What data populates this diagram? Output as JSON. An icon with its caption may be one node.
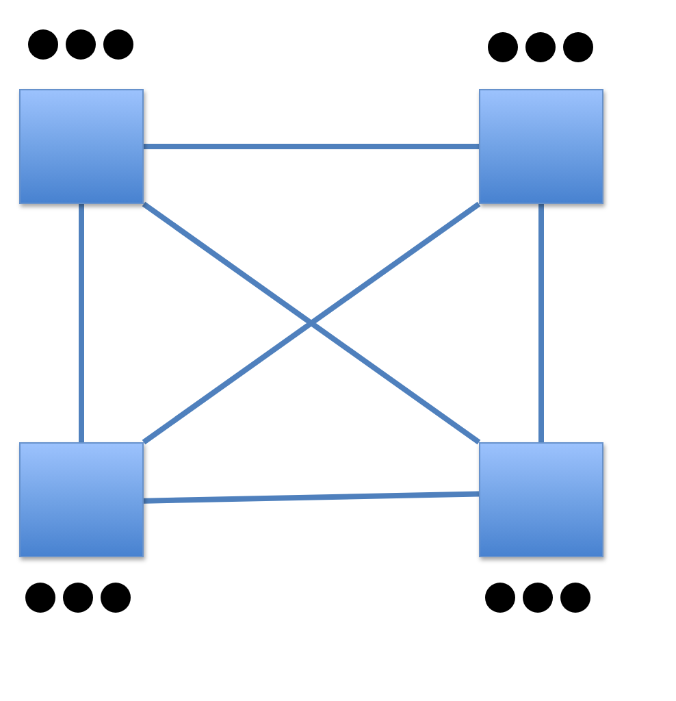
{
  "diagram": {
    "nodes": [
      {
        "text": [],
        "shape": "box"
      },
      {
        "text": [],
        "shape": "box"
      },
      {
        "text": [],
        "shape": "box"
      },
      {
        "text": [],
        "shape": "box"
      }
    ],
    "edges": [
      {
        "from": 0,
        "to": 1,
        "arrow": "none"
      },
      {
        "from": 0,
        "to": 2,
        "arrow": "none"
      },
      {
        "from": 0,
        "to": 3,
        "arrow": "none"
      },
      {
        "from": 1,
        "to": 2,
        "arrow": "none"
      },
      {
        "from": 1,
        "to": 3,
        "arrow": "none"
      },
      {
        "from": 2,
        "to": 3,
        "arrow": "none"
      }
    ]
  }
}
